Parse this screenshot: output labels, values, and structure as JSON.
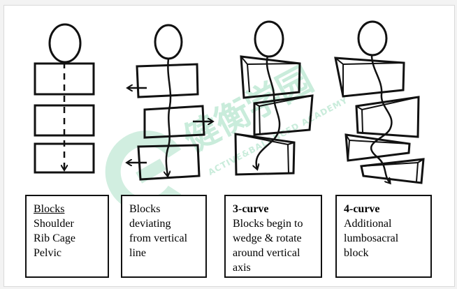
{
  "panels": [
    {
      "title": "",
      "label_underlined": "Blocks",
      "lines": [
        "Shoulder",
        "Rib Cage",
        "Pelvic"
      ]
    },
    {
      "title": "",
      "label_underlined": "",
      "lines": [
        "Blocks",
        "deviating",
        "from vertical",
        "line"
      ]
    },
    {
      "title": "3-curve",
      "label_underlined": "",
      "lines": [
        "Blocks begin to",
        "wedge & rotate",
        "around vertical",
        "axis"
      ]
    },
    {
      "title": "4-curve",
      "label_underlined": "",
      "lines": [
        "Additional",
        "lumbosacral",
        "block"
      ]
    }
  ],
  "watermark": {
    "chinese": "健衡学园",
    "english": "ACTIVE&BALANCED ACADEMY",
    "color": "#c9ecdb"
  },
  "colors": {
    "stroke": "#111111",
    "background": "#ffffff"
  }
}
